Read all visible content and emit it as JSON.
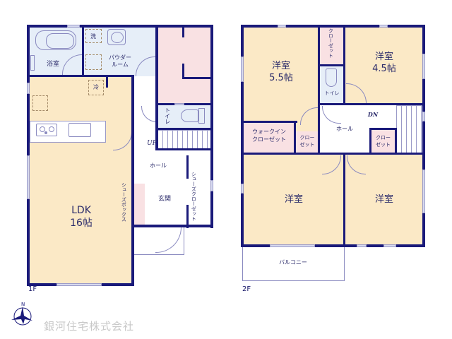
{
  "floor_1": {
    "label": "1F",
    "rooms": {
      "bath": "浴室",
      "powder_line1": "パウダー",
      "powder_line2": "ルーム",
      "laundry_mark": "洗",
      "fridge_mark": "冷",
      "toilet": "トイレ",
      "stairs_up": "UP",
      "hall": "ホール",
      "shoe_closet": "シューズクローゼット",
      "entrance": "玄関",
      "shoe_box": "シューズボックス",
      "ldk_name": "LDK",
      "ldk_size": "16帖"
    }
  },
  "floor_2": {
    "label": "2F",
    "rooms": {
      "western_room_a_name": "洋室",
      "western_room_a_size": "5.5帖",
      "closet_top": "クローゼット",
      "toilet": "トイレ",
      "western_room_b_name": "洋室",
      "western_room_b_size": "4.5帖",
      "walk_in_closet_line1": "ウォークイン",
      "walk_in_closet_line2": "クローゼット",
      "closet_small_line1": "クロー",
      "closet_small_line2": "ゼット",
      "stairs_down": "DN",
      "hall": "ホール",
      "closet_right_line1": "クロー",
      "closet_right_line2": "ゼット",
      "western_room_c_name": "洋室",
      "western_room_d_name": "洋室",
      "balcony": "バルコニー"
    }
  },
  "footer": {
    "compass_label": "N",
    "company_name": "銀河住宅株式会社"
  },
  "colors": {
    "wall": "#1a1a7a",
    "living_floor": "#fbe9c6",
    "wet_area": "#e6eef8",
    "storage": "#f9e1e3",
    "hall": "#ffffff"
  }
}
